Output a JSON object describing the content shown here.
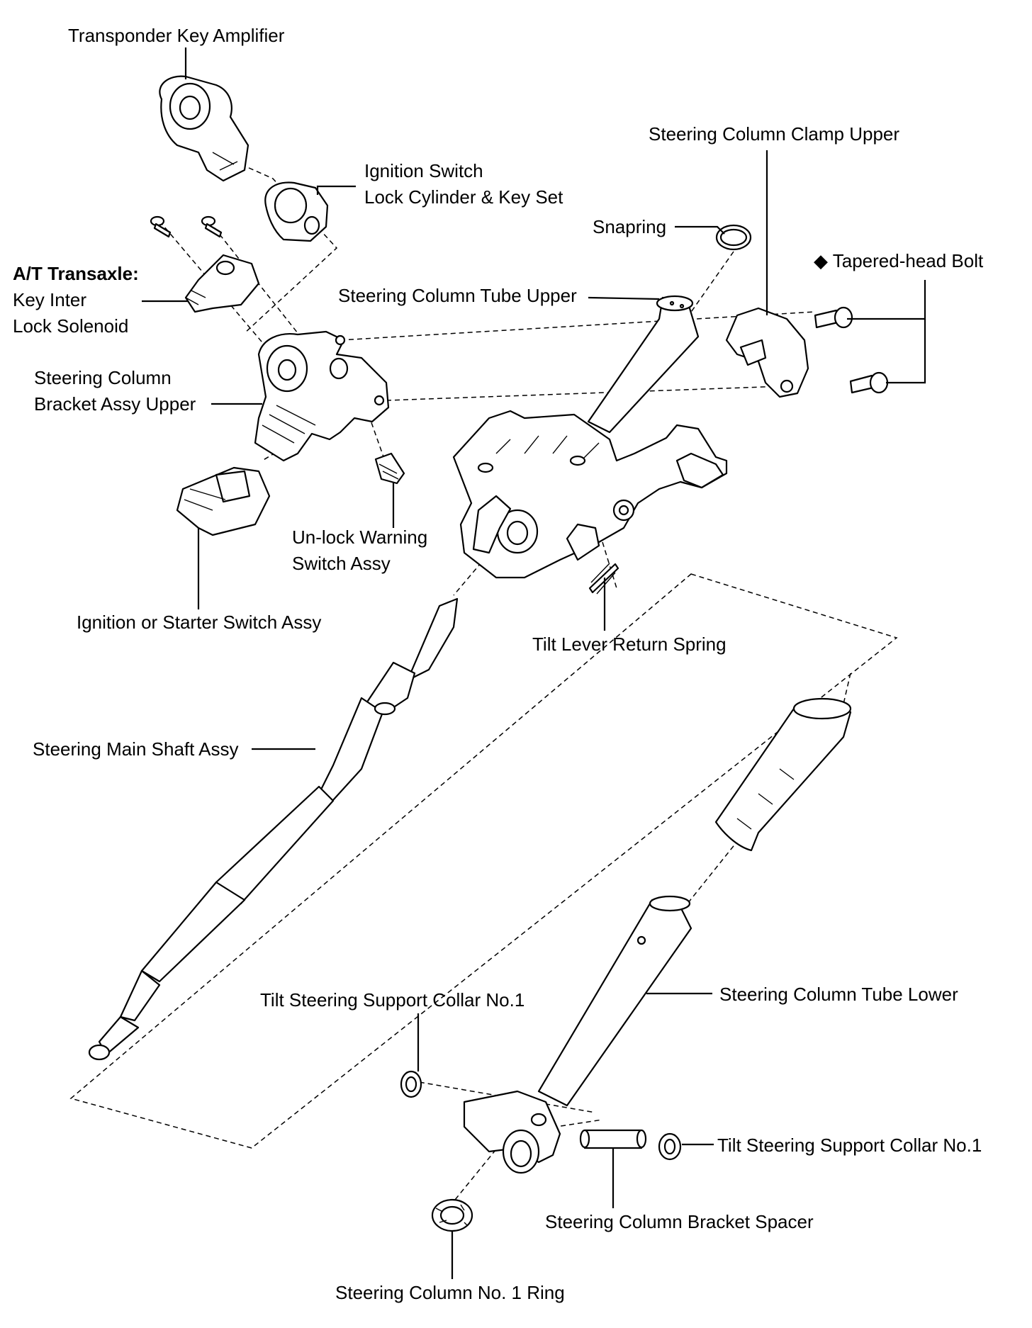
{
  "labels": {
    "transponder_key_amplifier": "Transponder Key Amplifier",
    "ignition_switch_line1": "Ignition Switch",
    "ignition_switch_line2": "Lock Cylinder & Key Set",
    "steering_column_clamp_upper": "Steering Column Clamp Upper",
    "snapring": "Snapring",
    "tapered_head_bolt": "◆ Tapered-head  Bolt",
    "at_transaxle_heading": "A/T Transaxle:",
    "key_interlock_line1": "Key Inter",
    "key_interlock_line2": "Lock Solenoid",
    "steering_column_tube_upper": "Steering Column Tube Upper",
    "bracket_assy_line1": "Steering Column",
    "bracket_assy_line2": "Bracket Assy Upper",
    "unlock_warning_line1": "Un-lock  Warning",
    "unlock_warning_line2": "Switch Assy",
    "ignition_starter_switch_assy": "Ignition or Starter Switch Assy",
    "tilt_lever_return_spring": "Tilt Lever Return Spring",
    "steering_main_shaft_assy": "Steering Main Shaft Assy",
    "tilt_support_collar_left": "Tilt Steering Support Collar No.1",
    "steering_column_tube_lower": "Steering Column Tube Lower",
    "tilt_support_collar_right": "Tilt Steering Support Collar No.1",
    "steering_column_bracket_spacer": "Steering Column Bracket Spacer",
    "steering_column_no1_ring": "Steering Column No. 1 Ring"
  }
}
